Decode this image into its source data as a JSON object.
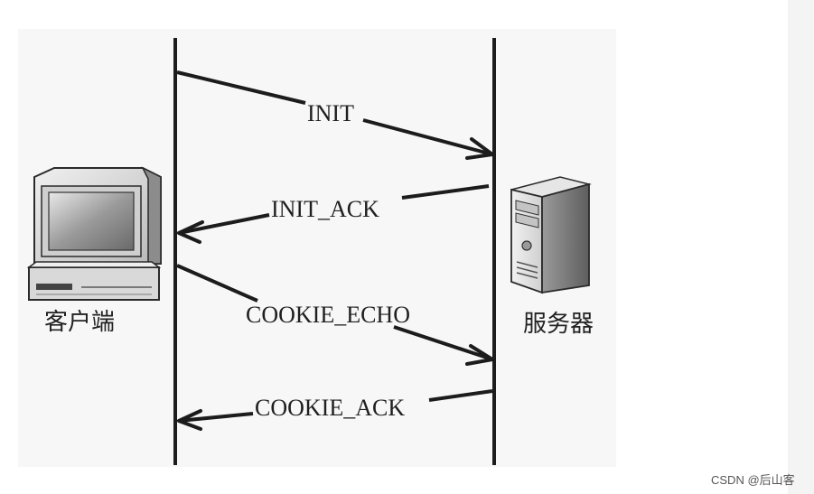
{
  "diagram": {
    "client_label": "客户端",
    "server_label": "服务器",
    "messages": [
      {
        "label": "INIT",
        "direction": "client-to-server"
      },
      {
        "label": "INIT_ACK",
        "direction": "server-to-client"
      },
      {
        "label": "COOKIE_ECHO",
        "direction": "client-to-server"
      },
      {
        "label": "COOKIE_ACK",
        "direction": "server-to-client"
      }
    ]
  },
  "watermark": "CSDN @后山客",
  "colors": {
    "line": "#1c1c1c",
    "panel": "#f7f7f7"
  },
  "icons": {
    "client": "desktop-computer-icon",
    "server": "server-tower-icon"
  }
}
